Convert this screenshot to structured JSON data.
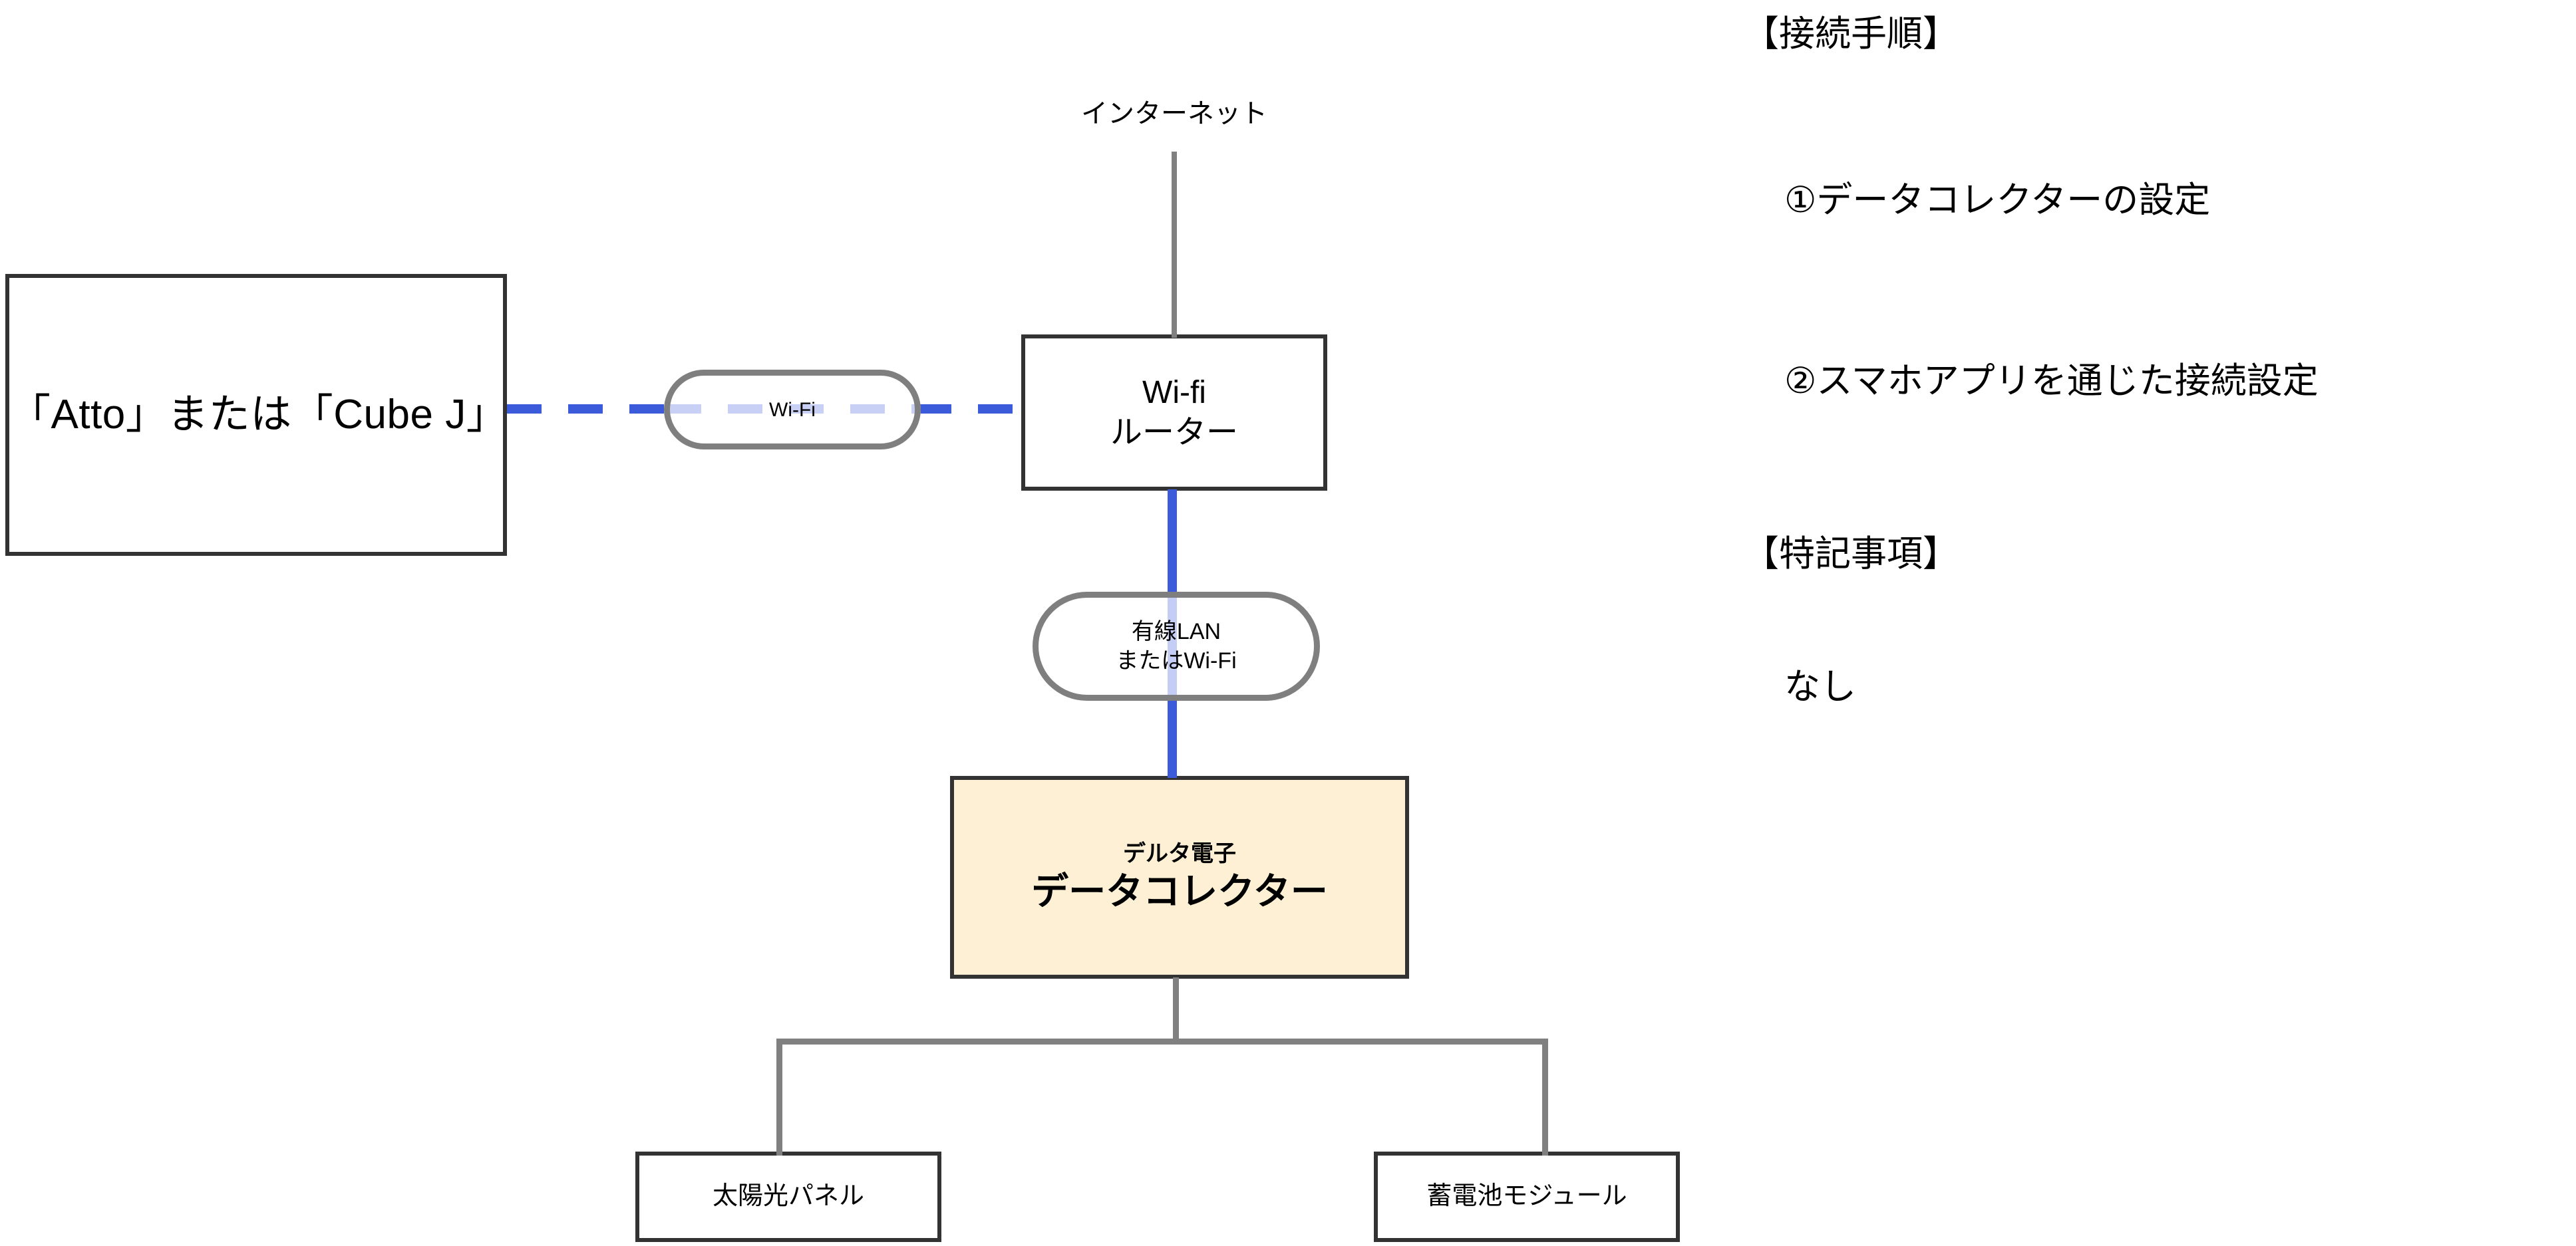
{
  "diagram": {
    "title_label": "インターネット",
    "nodes": {
      "device": {
        "label": "「Atto」または「Cube J」"
      },
      "router": {
        "line1": "Wi-fi",
        "line2": "ルーター"
      },
      "data_collector": {
        "sub": "デルタ電子",
        "main": "データコレクター"
      },
      "solar_panel": {
        "label": "太陽光パネル"
      },
      "battery_module": {
        "label": "蓄電池モジュール"
      }
    },
    "link_labels": {
      "wifi_pill": "Wi-Fi",
      "lan_pill_line1": "有線LAN",
      "lan_pill_line2": "またはWi-Fi"
    },
    "colors": {
      "wireless_link": "#3b5bdb",
      "wired_link": "#808080",
      "node_border": "#333333",
      "pill_border": "#7f7f7f",
      "data_collector_fill": "#fdf0d5"
    }
  },
  "notes": {
    "procedure_heading": "【接続手順】",
    "procedure_steps": [
      "①データコレクターの設定",
      "②スマホアプリを通じた接続設定"
    ],
    "remarks_heading": "【特記事項】",
    "remarks_items": [
      "なし"
    ]
  }
}
